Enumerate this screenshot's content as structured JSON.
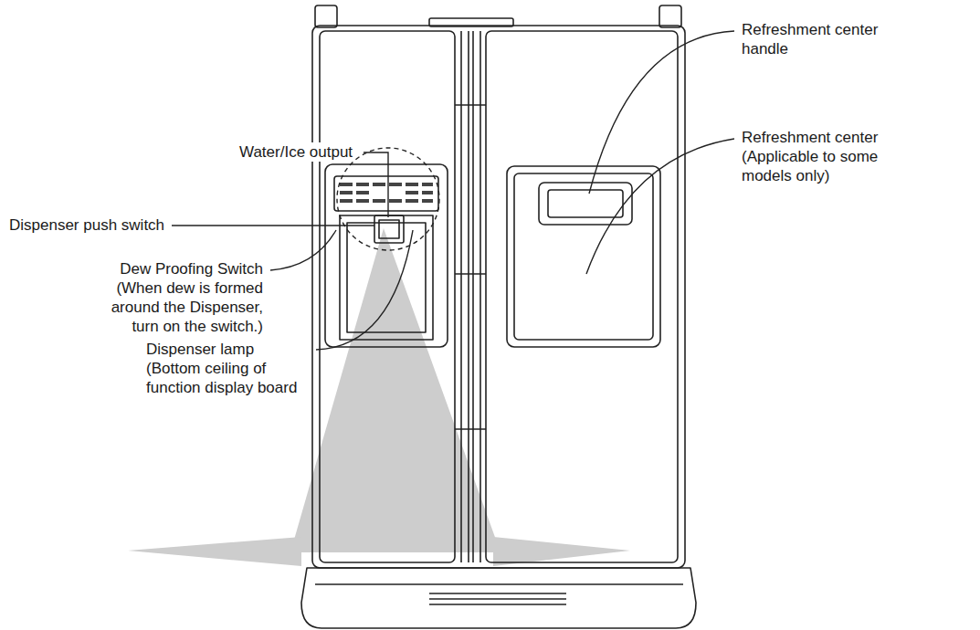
{
  "diagram": {
    "labels": [
      "Water/Ice output",
      "Dispenser push switch",
      "Dew Proofing Switch (When dew is formed around the Dispenser, turn on the switch.)",
      "Dispenser lamp (Bottom ceiling of function display board",
      "Refreshment center handle",
      "Refreshment center (Applicable to some models only)"
    ]
  }
}
